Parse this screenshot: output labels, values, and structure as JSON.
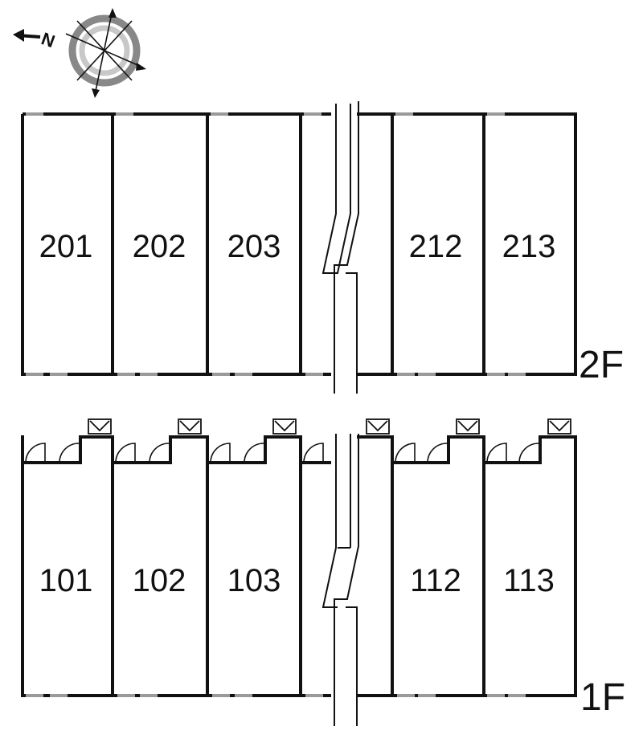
{
  "compass": {
    "north_label": "N",
    "icon": "compass-rose-icon"
  },
  "floors": [
    {
      "id": "2F",
      "label": "2F",
      "units": [
        "201",
        "202",
        "203",
        "212",
        "213"
      ]
    },
    {
      "id": "1F",
      "label": "1F",
      "units": [
        "101",
        "102",
        "103",
        "112",
        "113"
      ]
    }
  ],
  "colors": {
    "wall": "#111111",
    "door_mark": "#999999",
    "compass_gray": "#888888",
    "compass_light": "#c8c8c8"
  }
}
